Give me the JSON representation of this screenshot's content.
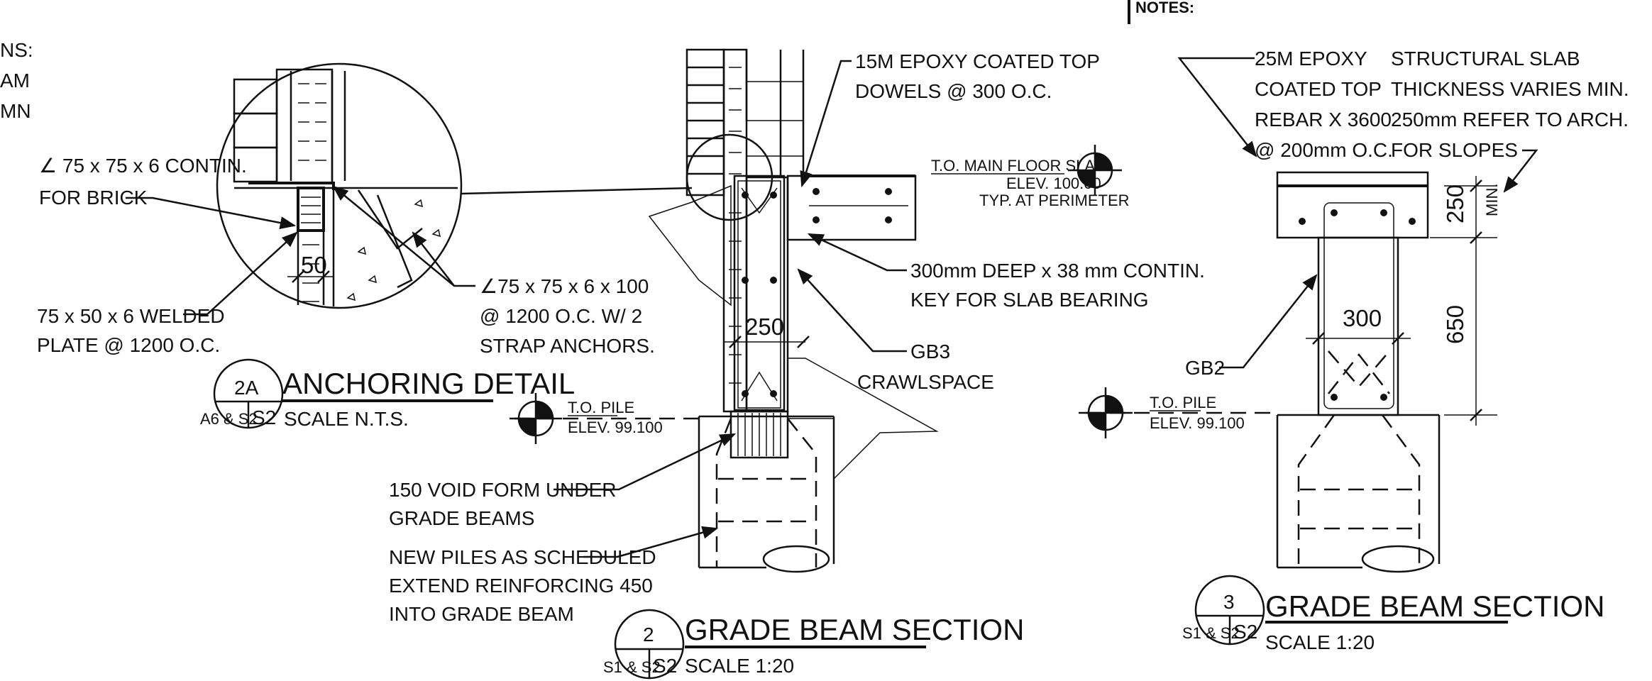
{
  "notes_heading": "NOTES:",
  "left_edge": [
    "NS:",
    "AM",
    "MN"
  ],
  "anchoring": {
    "angle_contin": [
      "∠ 75 x 75 x 6 CONTIN.",
      "FOR BRICK"
    ],
    "welded_plate": [
      "75 x 50 x 6 WELDED",
      "PLATE @ 1200 O.C."
    ],
    "angle_strap": [
      "∠75 x 75 x 6 x 100",
      "@ 1200 O.C. W/ 2",
      "STRAP ANCHORS."
    ],
    "dim_50": "50",
    "title": "ANCHORING DETAIL",
    "scale": "SCALE N.T.S.",
    "bubble_num": "2A",
    "bubble_sheet": "S2",
    "bubble_ref": "A6 & S2"
  },
  "section2": {
    "dowels": [
      "15M EPOXY COATED TOP",
      "DOWELS @ 300 O.C."
    ],
    "floor_slab": [
      "T.O. MAIN FLOOR SLAB",
      "ELEV. 100.00",
      "TYP. AT PERIMETER"
    ],
    "key": [
      "300mm DEEP x 38 mm CONTIN.",
      "KEY FOR SLAB BEARING"
    ],
    "gb3": "GB3",
    "crawlspace": "CRAWLSPACE",
    "dim_250": "250",
    "pile": [
      "T.O. PILE",
      "ELEV. 99.100"
    ],
    "void_form": [
      "150 VOID FORM UNDER",
      "GRADE BEAMS"
    ],
    "new_piles": [
      "NEW PILES AS SCHEDULED",
      "EXTEND REINFORCING 450",
      "INTO GRADE BEAM"
    ],
    "title": "GRADE BEAM SECTION",
    "scale": "SCALE 1:20",
    "bubble_num": "2",
    "bubble_sheet": "S2",
    "bubble_ref": "S1 & S2"
  },
  "section3": {
    "rebar": [
      "25M EPOXY",
      "COATED TOP",
      "REBAR X 3600",
      "@ 200mm O.C."
    ],
    "slab_note": [
      "STRUCTURAL SLAB",
      "THICKNESS VARIES MIN.",
      "250mm REFER TO ARCH.",
      "FOR SLOPES"
    ],
    "dim_250": "250",
    "min": "MIN.",
    "dim_650": "650",
    "dim_300": "300",
    "gb2": "GB2",
    "pile": [
      "T.O. PILE",
      "ELEV. 99.100"
    ],
    "title": "GRADE BEAM SECTION",
    "scale": "SCALE 1:20",
    "bubble_num": "3",
    "bubble_sheet": "S2",
    "bubble_ref": "S1 & S2"
  }
}
